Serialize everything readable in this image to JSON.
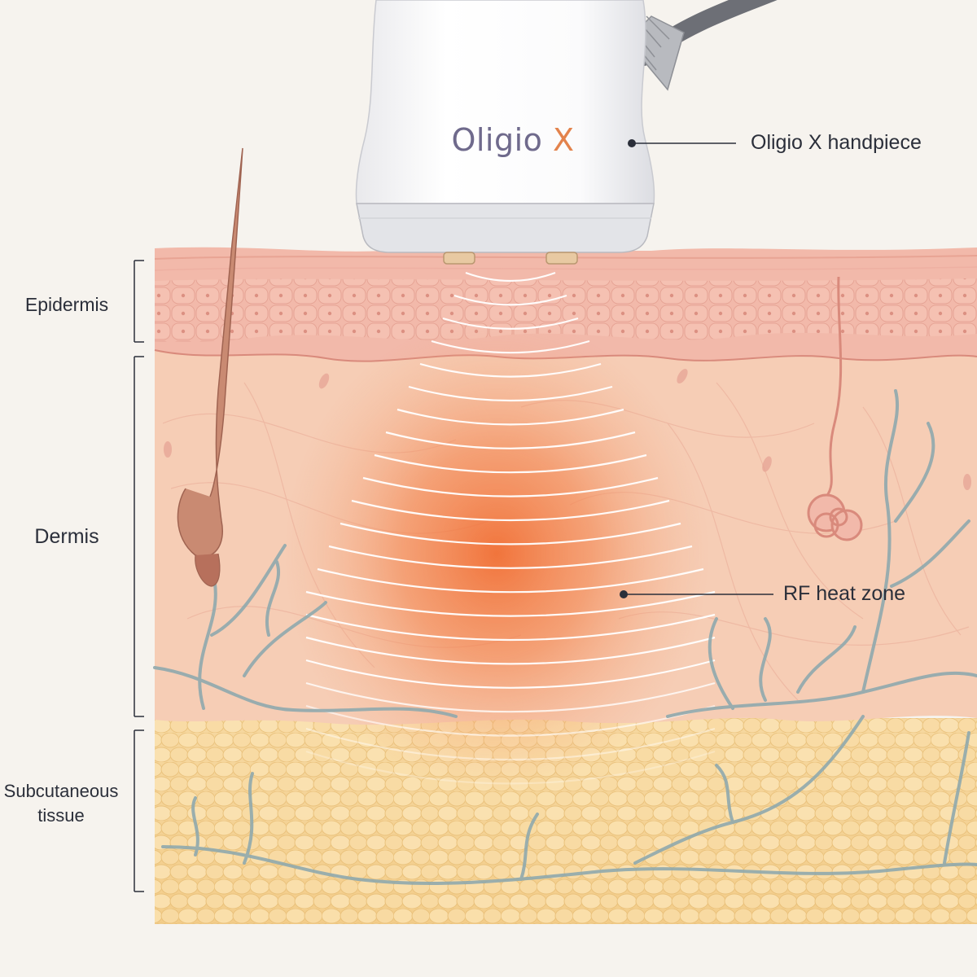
{
  "device": {
    "brand_name": "Oligio",
    "brand_mark": "X",
    "brand_colors": {
      "name": "#6f6a8c",
      "mark": "#e3834c"
    }
  },
  "callouts": {
    "handpiece": "Oligio X handpiece",
    "heat_zone": "RF heat zone"
  },
  "layers": {
    "epidermis": "Epidermis",
    "dermis": "Dermis",
    "subcutaneous_line1": "Subcutaneous",
    "subcutaneous_line2": "tissue"
  },
  "colors": {
    "background": "#f6f3ee",
    "epidermis": "#f2b9aa",
    "dermis": "#f6cdb5",
    "subcutaneous": "#f5d392",
    "heat": "#f06a2e",
    "vessels": "#8fa9ad"
  }
}
